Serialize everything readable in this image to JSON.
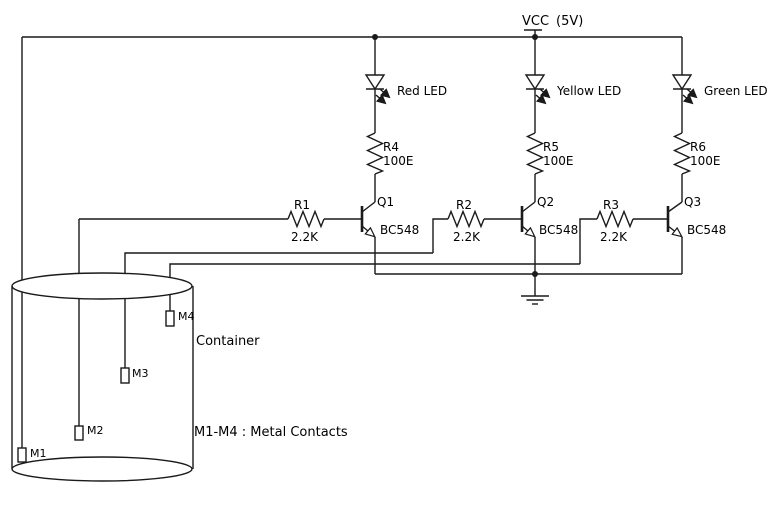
{
  "colors": {
    "line": "#1a1a1a",
    "background": "#ffffff",
    "text": "#000000"
  },
  "power": {
    "vcc_label": "VCC",
    "voltage_label": "(5V)"
  },
  "branches": [
    {
      "led_label": "Red LED",
      "resistor_ref": "R4",
      "resistor_value": "100E",
      "transistor_ref": "Q1",
      "transistor_part": "BC548",
      "base_resistor_ref": "R1",
      "base_resistor_value": "2.2K"
    },
    {
      "led_label": "Yellow LED",
      "resistor_ref": "R5",
      "resistor_value": "100E",
      "transistor_ref": "Q2",
      "transistor_part": "BC548",
      "base_resistor_ref": "R2",
      "base_resistor_value": "2.2K"
    },
    {
      "led_label": "Green LED",
      "resistor_ref": "R6",
      "resistor_value": "100E",
      "transistor_ref": "Q3",
      "transistor_part": "BC548",
      "base_resistor_ref": "R3",
      "base_resistor_value": "2.2K"
    }
  ],
  "container": {
    "label": "Container",
    "note": "M1-M4 : Metal Contacts",
    "contacts": [
      {
        "label": "M1"
      },
      {
        "label": "M2"
      },
      {
        "label": "M3"
      },
      {
        "label": "M4"
      }
    ]
  }
}
